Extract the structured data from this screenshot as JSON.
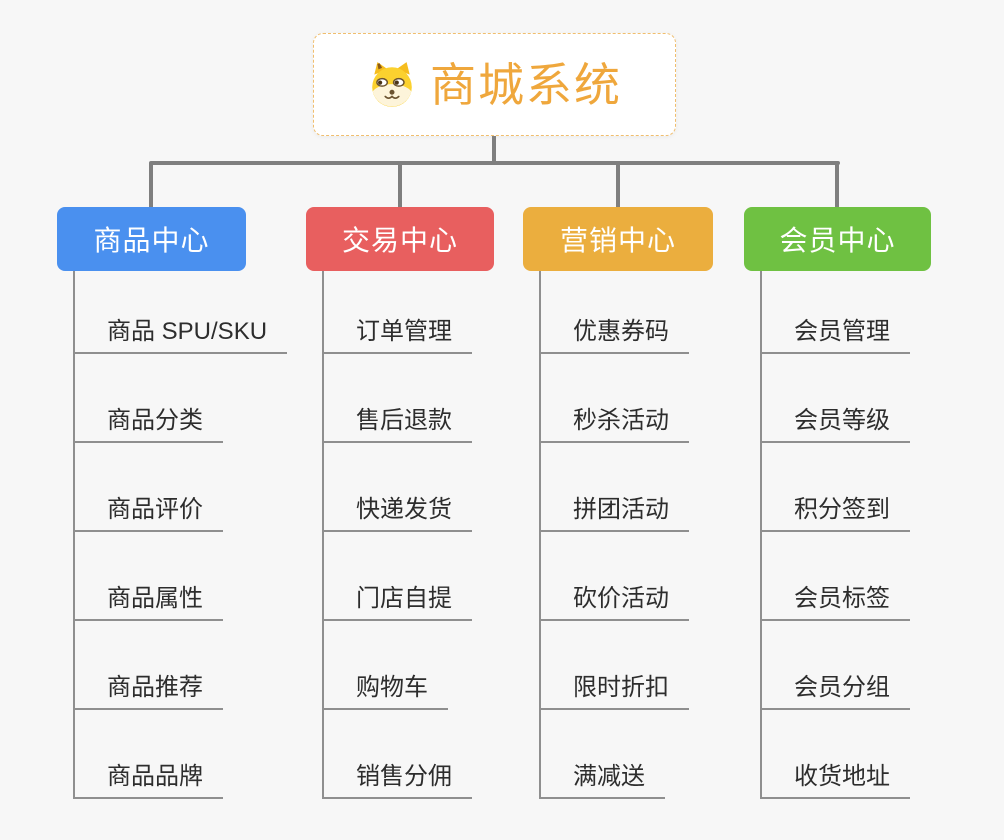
{
  "root": {
    "title": "商城系统",
    "icon": "dog-face-icon"
  },
  "colors": {
    "background": "#f7f7f7",
    "root_text": "#efa73c",
    "root_border": "#f0be6e",
    "connector": "#7f7f7f",
    "leaf_line": "#8f8f8f",
    "leaf_text": "#2d2d2d",
    "branch_product": "#4a90ef",
    "branch_trade": "#e85f5f",
    "branch_marketing": "#ebae3e",
    "branch_member": "#6fc142"
  },
  "branches": [
    {
      "label": "商品中心",
      "color": "#4a90ef",
      "children": [
        "商品 SPU/SKU",
        "商品分类",
        "商品评价",
        "商品属性",
        "商品推荐",
        "商品品牌"
      ]
    },
    {
      "label": "交易中心",
      "color": "#e85f5f",
      "children": [
        "订单管理",
        "售后退款",
        "快递发货",
        "门店自提",
        "购物车",
        "销售分佣"
      ]
    },
    {
      "label": "营销中心",
      "color": "#ebae3e",
      "children": [
        "优惠券码",
        "秒杀活动",
        "拼团活动",
        "砍价活动",
        "限时折扣",
        "满减送"
      ]
    },
    {
      "label": "会员中心",
      "color": "#6fc142",
      "children": [
        "会员管理",
        "会员等级",
        "积分签到",
        "会员标签",
        "会员分组",
        "收货地址"
      ]
    }
  ]
}
